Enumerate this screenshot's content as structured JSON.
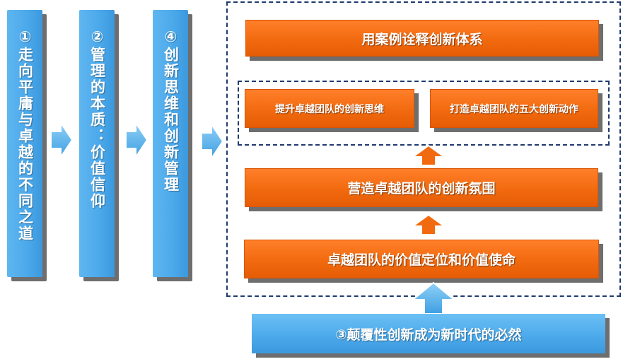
{
  "columns": [
    {
      "label": "①走向平庸与卓越的不同之道"
    },
    {
      "label": "②管理的本质：价值信仰"
    },
    {
      "label": "④创新思维和创新管理"
    }
  ],
  "boxes": {
    "top": "用案例诠释创新体系",
    "left_inner": "提升卓越团队的创新思维",
    "right_inner": "打造卓越团队的五大创新动作",
    "middle": "营造卓越团队的创新氛围",
    "lower": "卓越团队的价值定位和价值使命",
    "bottom": "③颠覆性创新成为新时代的必然"
  },
  "colors": {
    "orange": "#f26a0f",
    "blue": "#4aa8ea",
    "dash": "#1f3a6e",
    "shadow": "#6e6e6e"
  }
}
